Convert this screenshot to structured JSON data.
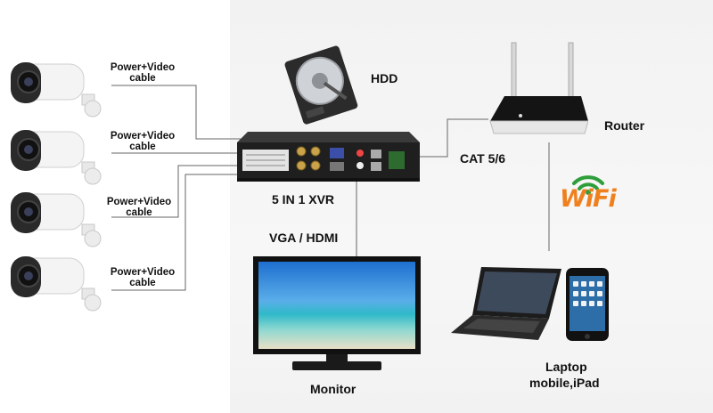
{
  "cables": [
    {
      "label": "Power+Video\ncable"
    },
    {
      "label": "Power+Video\ncable"
    },
    {
      "label": "Power+Video\ncable"
    },
    {
      "label": "Power+Video\ncable"
    }
  ],
  "hdd": {
    "label": "HDD"
  },
  "xvr": {
    "label": "5 IN 1 XVR"
  },
  "vga": {
    "label": "VGA / HDMI"
  },
  "monitor": {
    "label": "Monitor"
  },
  "router": {
    "label": "Router"
  },
  "cat": {
    "label": "CAT 5/6"
  },
  "wifi": {
    "label": "WiFi"
  },
  "clients": {
    "label_line1": "Laptop",
    "label_line2": "mobile,iPad"
  },
  "colors": {
    "wifi_green": "#2e9e3a",
    "wifi_orange": "#f0801e",
    "line": "#555555"
  }
}
